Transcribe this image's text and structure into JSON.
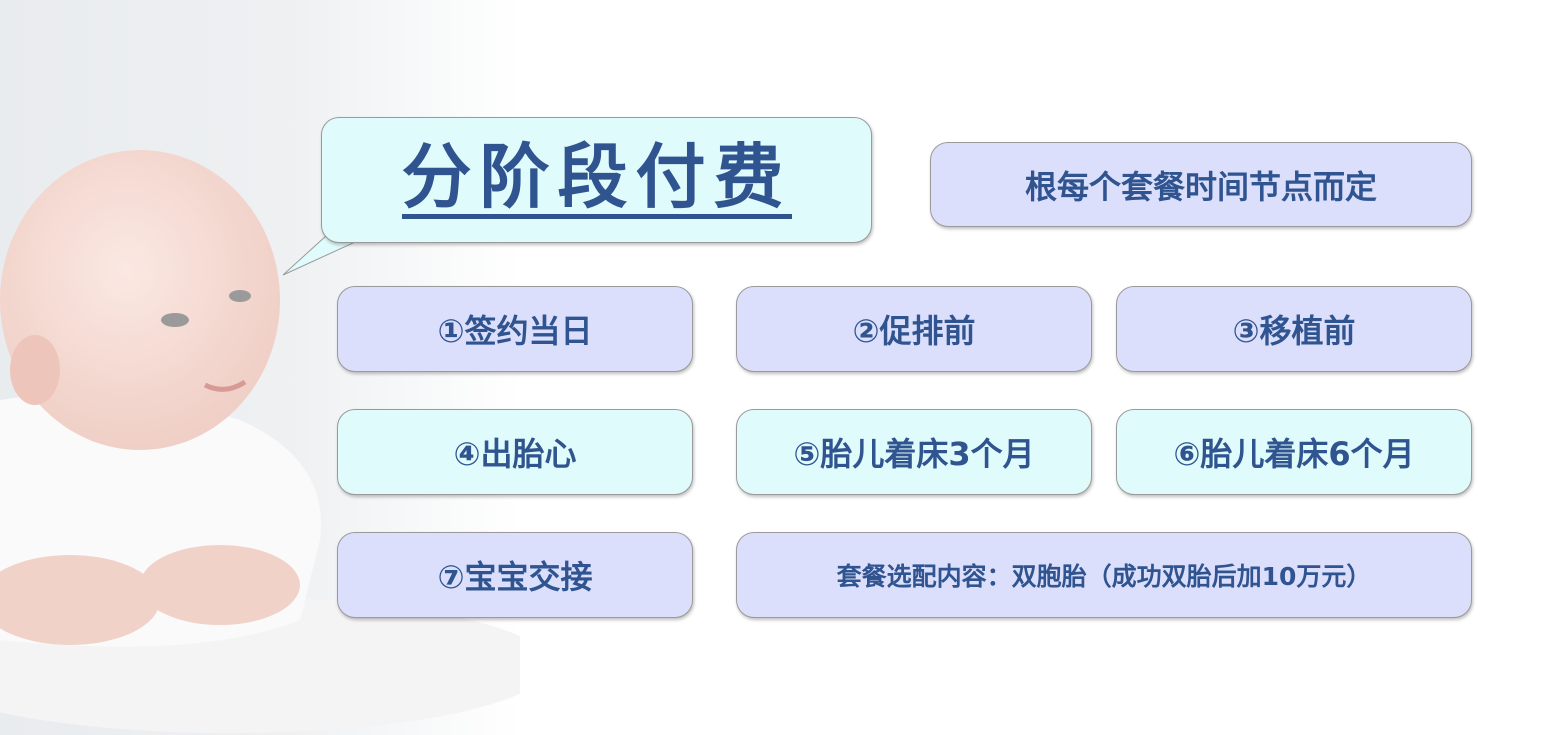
{
  "title": "分阶段付费",
  "subtitle": "根每个套餐时间节点而定",
  "stages": [
    "①签约当日",
    "②促排前",
    "③移植前",
    "④出胎心",
    "⑤胎儿着床3个月",
    "⑥胎儿着床6个月",
    "⑦宝宝交接"
  ],
  "option_note": "套餐选配内容：双胞胎（成功双胎后加10万元）",
  "colors": {
    "text": "#2f5490",
    "lavender": "#dcdffc",
    "cyan": "#dffbfb"
  }
}
